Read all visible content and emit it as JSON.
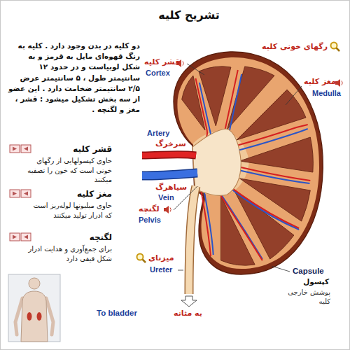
{
  "diagram": {
    "title": "تشریح کلیه",
    "labels": [
      "دو کلیه در بدن وجود دارد . کلیه به رنگ قهوه‌ای مایل به قرمز و به شکل لوبیاست و در حدود ۱۲ سانتیمتر طول ، ۵ سانتیمتر عرض ۲/۵ سانتیمتر ضخامت دارد . این عضو از سه بخش تشکیل میشود : قشر ، مغز و لگنچه .",
      "قشر کلیه",
      "حاوی کپسولهایی از رگهای خونی است که خون را تصفیه میکنند",
      "مغز کلیه",
      "حاوی میلیونها لوله‌ریز است که ادرار تولید میکنند",
      "لگنچه",
      "برای جمع‌آوری و هدایت ادرار شکل قیفی دارد",
      "قشر کلیه",
      "Cortex",
      "رگهای خونی کلیه",
      "مغز کلیه",
      "Medulla",
      "Artery",
      "سرخرگ",
      "سیاهرگ",
      "Vein",
      "لگنچه",
      "Pelvis",
      "میزنای",
      "Ureter",
      "Capsule",
      "کپسول",
      "پوشش خارجی کلیه",
      "To bladder",
      "به مثانه"
    ]
  }
}
